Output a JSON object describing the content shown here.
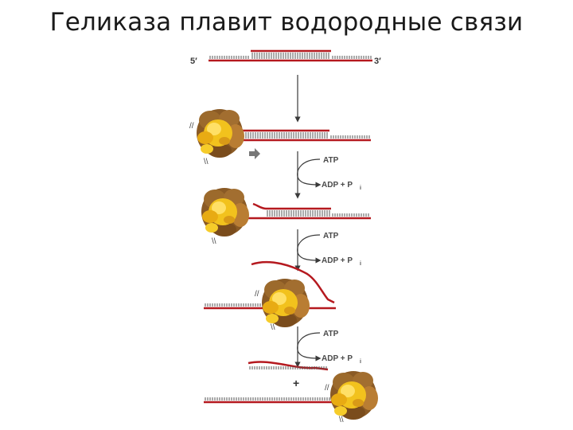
{
  "slide": {
    "title": "Геликаза плавит водородные связи"
  },
  "diagram": {
    "end_5": "5′",
    "end_3": "3′",
    "steps": [
      {
        "atp": "ATP",
        "adp": "ADP + P",
        "adp_sub": "i"
      },
      {
        "atp": "ATP",
        "adp": "ADP + P",
        "adp_sub": "i"
      },
      {
        "atp": "ATP",
        "adp": "ADP + P",
        "adp_sub": "i"
      }
    ],
    "plus": "+"
  },
  "colors": {
    "strand": "#b5191f",
    "tick": "#555555",
    "arrow": "#3a3a3a",
    "helicase_dark": "#8a5a25",
    "helicase_mid": "#b97d33",
    "helicase_yellow": "#f2c21d",
    "helicase_light": "#ffe066"
  }
}
